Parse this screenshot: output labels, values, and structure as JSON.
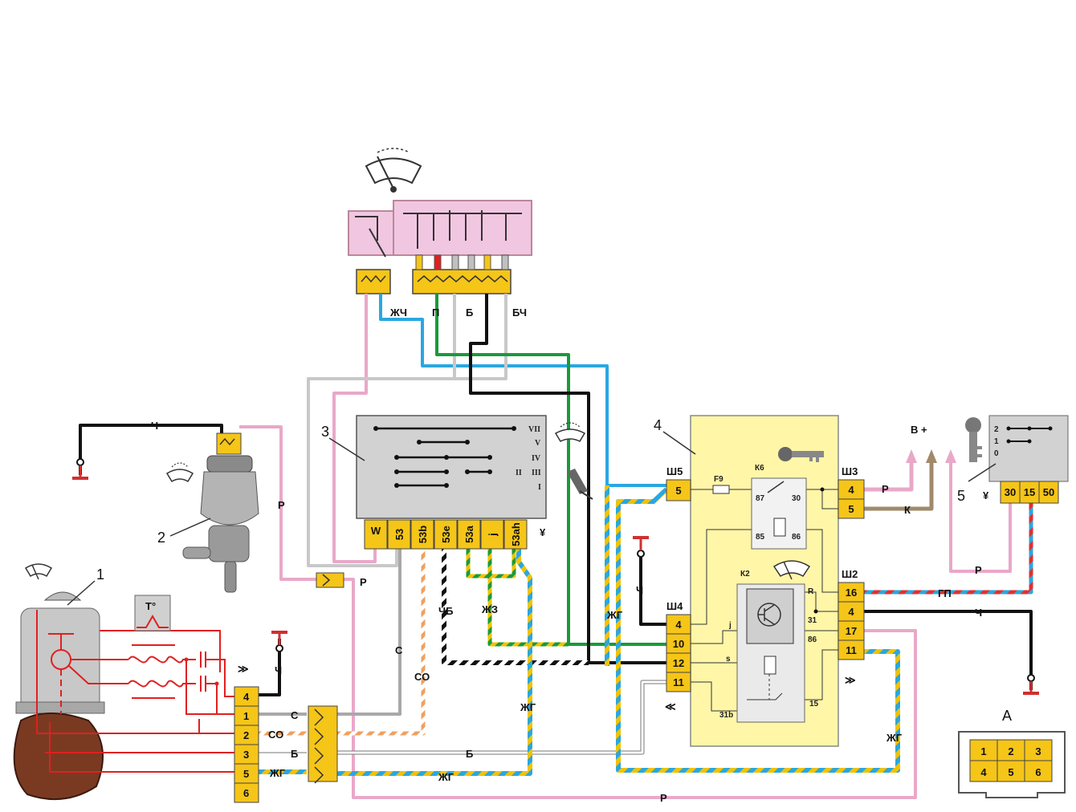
{
  "components": {
    "motor": "1",
    "washer_pump": "2",
    "wiper_switch": "3",
    "mount_block": "4",
    "ignition_switch": "5",
    "connector_view": "A"
  },
  "thermo_label": "T°",
  "wire_labels": {
    "zhch": "ЖЧ",
    "p": "П",
    "b_top": "Б",
    "bch": "БЧ",
    "ch_pump": "Ч",
    "r_pump": "Р",
    "r_connector": "Р",
    "s": "С",
    "so": "СО",
    "chb": "ЧБ",
    "zhz": "ЖЗ",
    "zhg_a": "ЖГ",
    "zhg_b": "ЖГ",
    "ch_sh4": "Ч",
    "ch_motor": "Ч",
    "s_motor": "С",
    "so_motor": "СО",
    "b_motor": "Б",
    "zhg_motor": "ЖГ",
    "b_bottom": "Б",
    "zhg_bottom": "ЖГ",
    "r_bottom": "Р",
    "r_sh3": "Р",
    "k_sh3": "К",
    "gp": "ГП",
    "ch_sh2": "Ч",
    "zhg_right": "ЖГ",
    "r_ign": "Р",
    "b_plus": "В +"
  },
  "switch3": {
    "positions": [
      "VII",
      "V",
      "IV",
      "III",
      "II",
      "I"
    ],
    "pins": [
      "W",
      "53",
      "53b",
      "53e",
      "53a",
      "j",
      "53ah"
    ]
  },
  "motor_pins": [
    "4",
    "1",
    "2",
    "3",
    "5",
    "6"
  ],
  "block4": {
    "sh5": {
      "label": "Ш5",
      "pins": [
        "5"
      ]
    },
    "sh3": {
      "label": "Ш3",
      "pins": [
        "4",
        "5"
      ]
    },
    "sh4": {
      "label": "Ш4",
      "pins": [
        "4",
        "10",
        "12",
        "11"
      ]
    },
    "sh2": {
      "label": "Ш2",
      "pins": [
        "16",
        "4",
        "17",
        "11"
      ]
    },
    "fuse": "F9",
    "k6": {
      "label": "К6",
      "pins": [
        "87",
        "30",
        "85",
        "86"
      ]
    },
    "k2": {
      "label": "К2",
      "pins": [
        "R",
        "31",
        "86",
        "j",
        "s",
        "31b",
        "15"
      ]
    }
  },
  "ignition": {
    "positions": [
      "2",
      "1",
      "0"
    ],
    "pins": [
      "30",
      "15",
      "50"
    ]
  },
  "connector_a": [
    "1",
    "2",
    "3",
    "4",
    "5",
    "6"
  ],
  "colors": {
    "pink": "#e9a8c8",
    "light_blue": "#2aa7e0",
    "green": "#1a9a3a",
    "black": "#111111",
    "grey": "#c0c0c0",
    "yellow_connector": "#f5c518",
    "block_yellow": "#fff6a8",
    "switch_grey": "#d2d2d2",
    "red": "#e02020",
    "brown": "#a08a6a"
  }
}
